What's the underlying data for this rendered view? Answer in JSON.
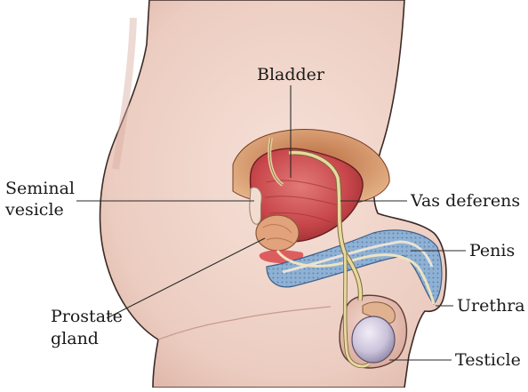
{
  "labels": {
    "bladder": "Bladder",
    "seminal_line1": "Seminal",
    "seminal_line2": "vesicle",
    "vas_deferens": "Vas deferens",
    "penis": "Penis",
    "prostate_line1": "Prostate",
    "prostate_line2": "gland",
    "urethra": "Urethra",
    "testicle": "Testicle"
  },
  "colors": {
    "skin": "#efd2c8",
    "skin_shadow": "#d9ada0",
    "bladder": "#c8464a",
    "bladder_dark": "#8e2a2e",
    "prostate": "#e2a37c",
    "urethra_blue": "#8fb1d4",
    "vas_tube": "#e8d9a0",
    "testicle": "#ccc3dc",
    "leader_line": "#2a2a2a"
  }
}
